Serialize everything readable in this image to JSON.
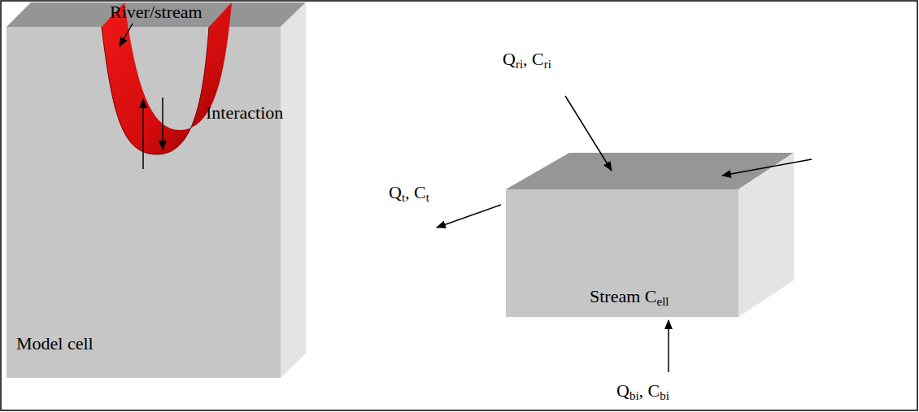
{
  "diagram": {
    "nodes": [
      {
        "text": [
          "Model cell"
        ]
      },
      {
        "text": [
          "Stream Cell"
        ]
      }
    ],
    "labels": [
      "River/stream",
      "Interaction",
      "Qri, Cri",
      "Qt, Ct",
      "Qbi, Cbi"
    ]
  }
}
